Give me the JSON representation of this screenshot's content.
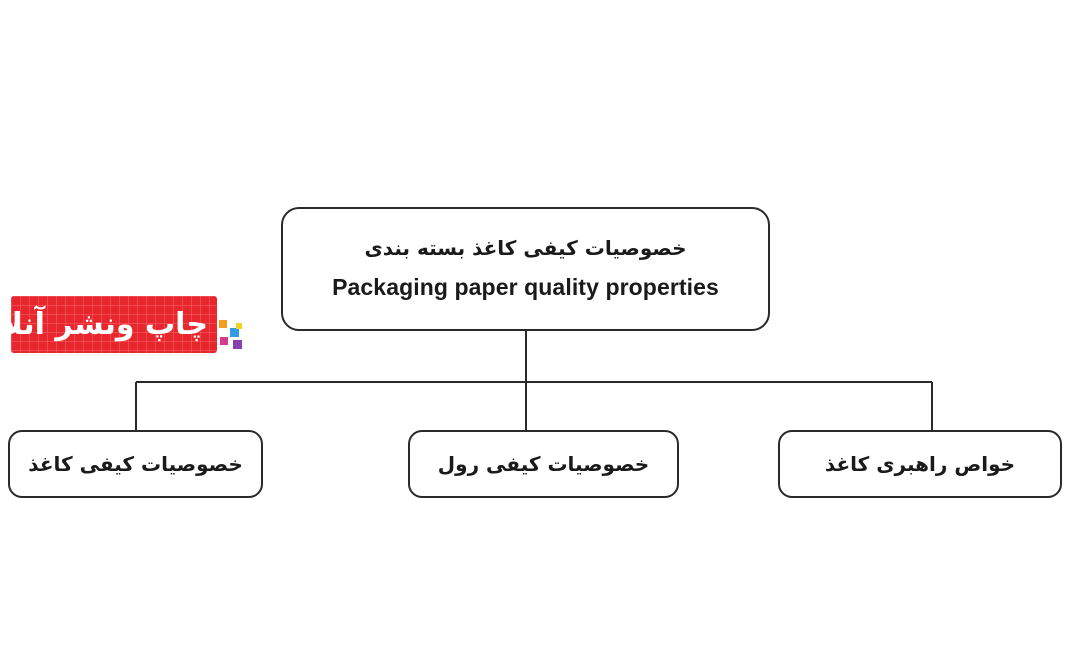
{
  "root": {
    "title_fa": "خصوصیات کیفی کاغذ بسته بندی",
    "title_en": "Packaging paper quality properties"
  },
  "children": [
    {
      "label": "خصوصیات کیفی کاغذ"
    },
    {
      "label": "خصوصیات کیفی رول"
    },
    {
      "label": "خواص راهبری کاغذ"
    }
  ],
  "logo": {
    "text": "چاپ ونشر آنلاین",
    "colors": {
      "background": "#e8262e",
      "grid": "#f36a6f",
      "text": "#ffffff"
    },
    "square_colors": [
      "#f0a020",
      "#2f9de0",
      "#d63a8c",
      "#8a3fb0",
      "#f4d21f"
    ]
  },
  "colors": {
    "stroke": "#2a2a2a",
    "text": "#1a1a1a",
    "background": "#ffffff"
  }
}
